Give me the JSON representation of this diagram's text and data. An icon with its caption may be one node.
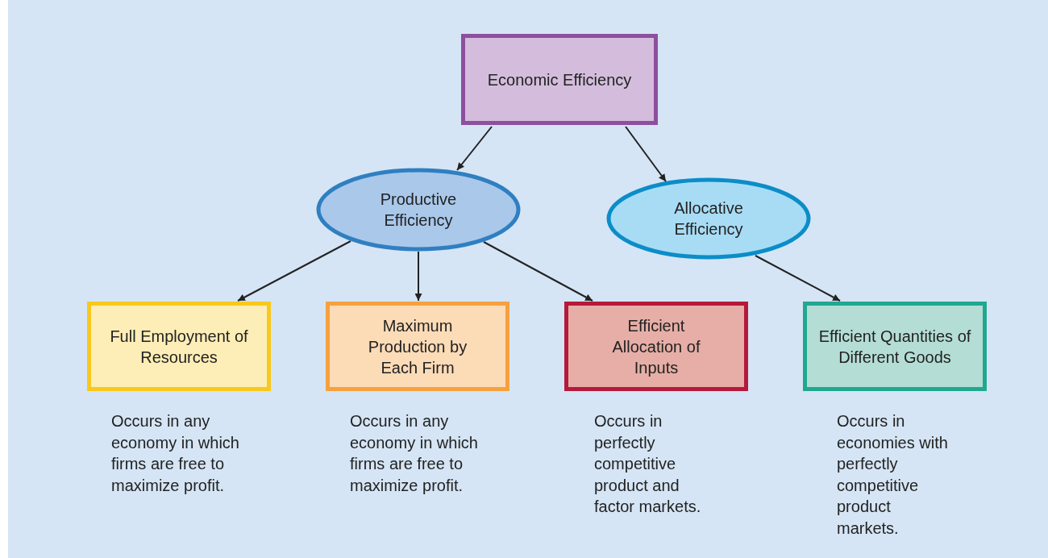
{
  "diagram": {
    "nodes": [
      {
        "text": [
          "Economic Efficiency"
        ]
      },
      {
        "text": [
          "Productive Efficiency"
        ]
      },
      {
        "text": [
          "Allocative Efficiency"
        ]
      },
      {
        "text": [
          "Full Employment of Resources"
        ],
        "beside": [
          "Occurs in any economy in which firms are free to maximize profit."
        ]
      },
      {
        "text": [
          "Maximum Production by Each Firm"
        ],
        "beside": [
          "Occurs in any economy in which firms are free to maximize profit."
        ]
      },
      {
        "text": [
          "Efficient Allocation of Inputs"
        ],
        "beside": [
          "Occurs in perfectly competitive product and factor markets."
        ]
      },
      {
        "text": [
          "Efficient Quantities of Different Goods"
        ],
        "beside": [
          "Occurs in economies with perfectly competitive product markets."
        ]
      }
    ],
    "edges": [
      {
        "from": 0,
        "to": 1,
        "arrow": "to"
      },
      {
        "from": 0,
        "to": 2,
        "arrow": "to"
      },
      {
        "from": 1,
        "to": 3,
        "arrow": "to"
      },
      {
        "from": 1,
        "to": 4,
        "arrow": "to"
      },
      {
        "from": 1,
        "to": 5,
        "arrow": "to"
      },
      {
        "from": 2,
        "to": 6,
        "arrow": "to"
      }
    ]
  }
}
